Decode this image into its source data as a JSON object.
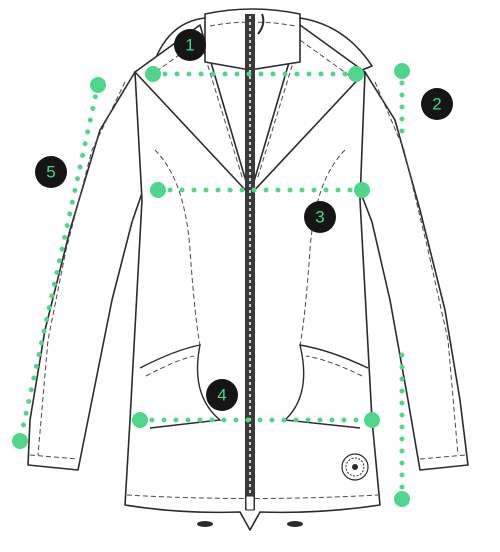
{
  "colors": {
    "outline": "#2b2b2b",
    "marker": "#4fd68b",
    "badge_bg": "#151515",
    "badge_text": "#45d884"
  },
  "icons": [
    "zipper-icon",
    "brand-logo-icon"
  ],
  "measurements": [
    {
      "label": "1"
    },
    {
      "label": "2"
    },
    {
      "label": "3"
    },
    {
      "label": "4"
    },
    {
      "label": "5"
    }
  ]
}
